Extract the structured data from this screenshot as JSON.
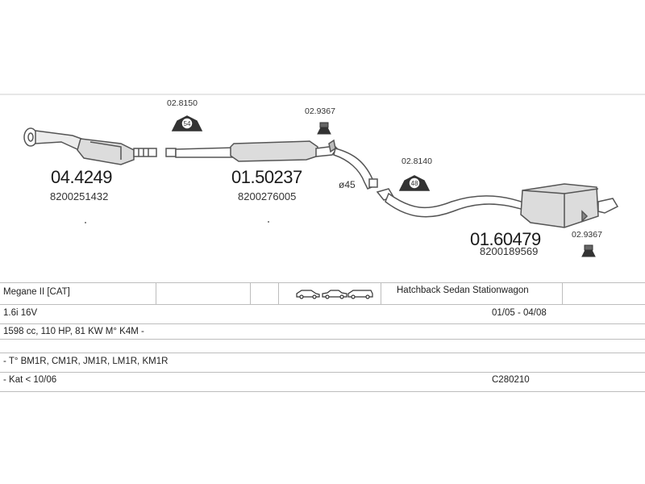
{
  "parts": {
    "cat": {
      "number": "04.4249",
      "oem": "8200251432"
    },
    "mid": {
      "number": "01.50237",
      "oem": "8200276005"
    },
    "rear": {
      "number": "01.60479",
      "oem": "8200189569"
    },
    "clamp_54": {
      "number": "02.8150",
      "size": "54"
    },
    "hanger_1": {
      "number": "02.9367"
    },
    "clamp_48": {
      "number": "02.8140",
      "size": "48"
    },
    "hanger_2": {
      "number": "02.9367"
    },
    "diameter_label": "ø45"
  },
  "table": {
    "model": "Megane II  [CAT]",
    "body_types": "Hatchback  Sedan  Stationwagon",
    "engine": "1.6i  16V",
    "years": "01/05 - 04/08",
    "specs": "1598 cc, 110 HP, 81 KW  M° K4M -",
    "type_codes": "- T° BM1R, CM1R, JM1R, LM1R, KM1R",
    "kat": "- Kat < 10/06",
    "catalog_code": "C280210"
  },
  "colors": {
    "line": "#bdbdbd",
    "part": "#555555",
    "fill": "#e8e8e8",
    "text": "#222222"
  }
}
